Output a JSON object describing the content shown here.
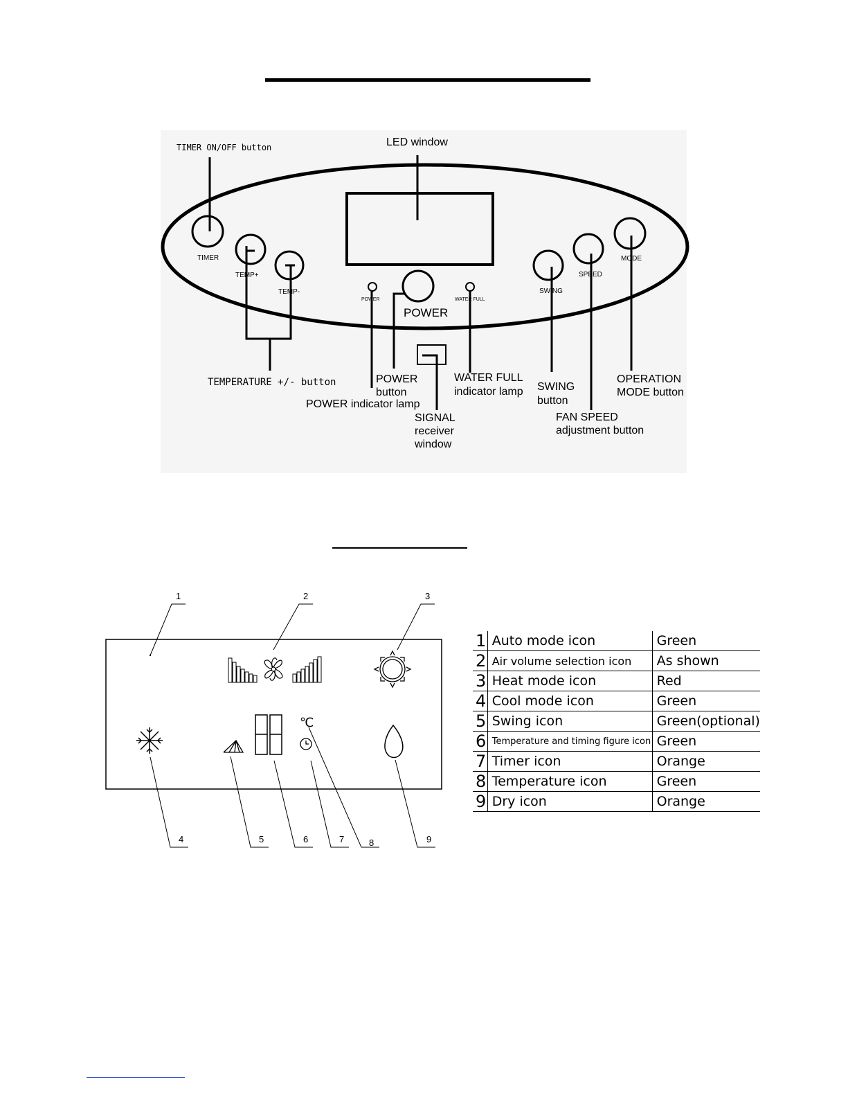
{
  "control_panel": {
    "labels": {
      "timer_onoff": "TIMER ON/OFF button",
      "led_window": "LED window",
      "temperature_pm": "TEMPERATURE +/- button",
      "power_button_1": "POWER",
      "power_button_2": "button",
      "power_indicator": "POWER indicator lamp",
      "signal_1": "SIGNAL",
      "signal_2": "receiver",
      "signal_3": "window",
      "water_full_1": "WATER FULL",
      "water_full_2": "indicator lamp",
      "swing_1": "SWING",
      "swing_2": "button",
      "fan_speed_1": "FAN SPEED",
      "fan_speed_2": "adjustment button",
      "operation_1": "OPERATION",
      "operation_2": "MODE button"
    },
    "panel_text": {
      "timer": "TIMER",
      "temp_plus": "TEMP+",
      "temp_minus": "TEMP-",
      "power_small": "POWER",
      "power_big": "POWER",
      "water_full_small": "WATER FULL",
      "swing": "SWING",
      "speed": "SPEED",
      "mode": "MODE"
    }
  },
  "display": {
    "callouts": [
      "1",
      "2",
      "3",
      "4",
      "5",
      "6",
      "7",
      "8",
      "9"
    ],
    "unit": "℃"
  },
  "legend": [
    {
      "num": "1",
      "name": "Auto mode icon",
      "color": "Green"
    },
    {
      "num": "2",
      "name": "Air volume selection icon",
      "color": "As shown"
    },
    {
      "num": "3",
      "name": "Heat mode icon",
      "color": "Red"
    },
    {
      "num": "4",
      "name": "Cool mode icon",
      "color": "Green"
    },
    {
      "num": "5",
      "name": "Swing icon",
      "color": "Green(optional)"
    },
    {
      "num": "6",
      "name": "Temperature and timing figure icon",
      "color": "Green"
    },
    {
      "num": "7",
      "name": "Timer icon",
      "color": "Orange"
    },
    {
      "num": "8",
      "name": "Temperature icon",
      "color": "Green"
    },
    {
      "num": "9",
      "name": "Dry icon",
      "color": "Orange"
    }
  ]
}
